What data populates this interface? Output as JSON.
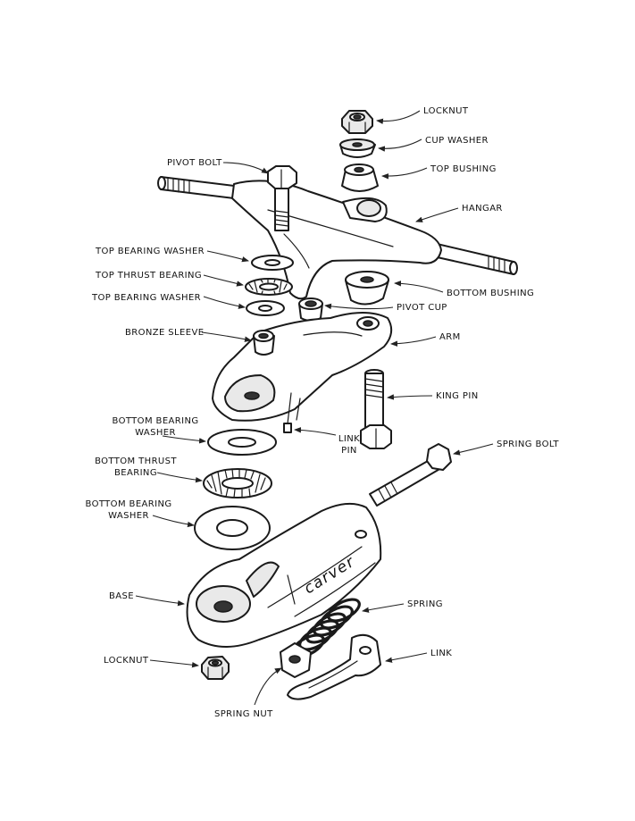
{
  "labels": {
    "locknut_top": "LOCKNUT",
    "cup_washer": "CUP WASHER",
    "top_bushing": "TOP BUSHING",
    "pivot_bolt": "PIVOT BOLT",
    "hangar": "HANGAR",
    "top_bearing_washer_1": "TOP BEARING WASHER",
    "top_thrust_bearing": "TOP THRUST BEARING",
    "top_bearing_washer_2": "TOP BEARING WASHER",
    "bottom_bushing": "BOTTOM BUSHING",
    "pivot_cup": "PIVOT CUP",
    "bronze_sleeve": "BRONZE SLEEVE",
    "arm": "ARM",
    "king_pin": "KING PIN",
    "bottom_bearing_washer_1": [
      "BOTTOM BEARING",
      "WASHER"
    ],
    "link_pin": [
      "LINK",
      "PIN"
    ],
    "spring_bolt": "SPRING BOLT",
    "bottom_thrust_bearing": [
      "BOTTOM THRUST",
      "BEARING"
    ],
    "bottom_bearing_washer_2": [
      "BOTTOM BEARING",
      "WASHER"
    ],
    "base": "BASE",
    "spring": "SPRING",
    "locknut_bottom": "LOCKNUT",
    "link": "LINK",
    "spring_nut": "SPRING NUT"
  },
  "logo_text": "carver",
  "colors": {
    "ink": "#1a1a1a",
    "background": "#ffffff"
  }
}
